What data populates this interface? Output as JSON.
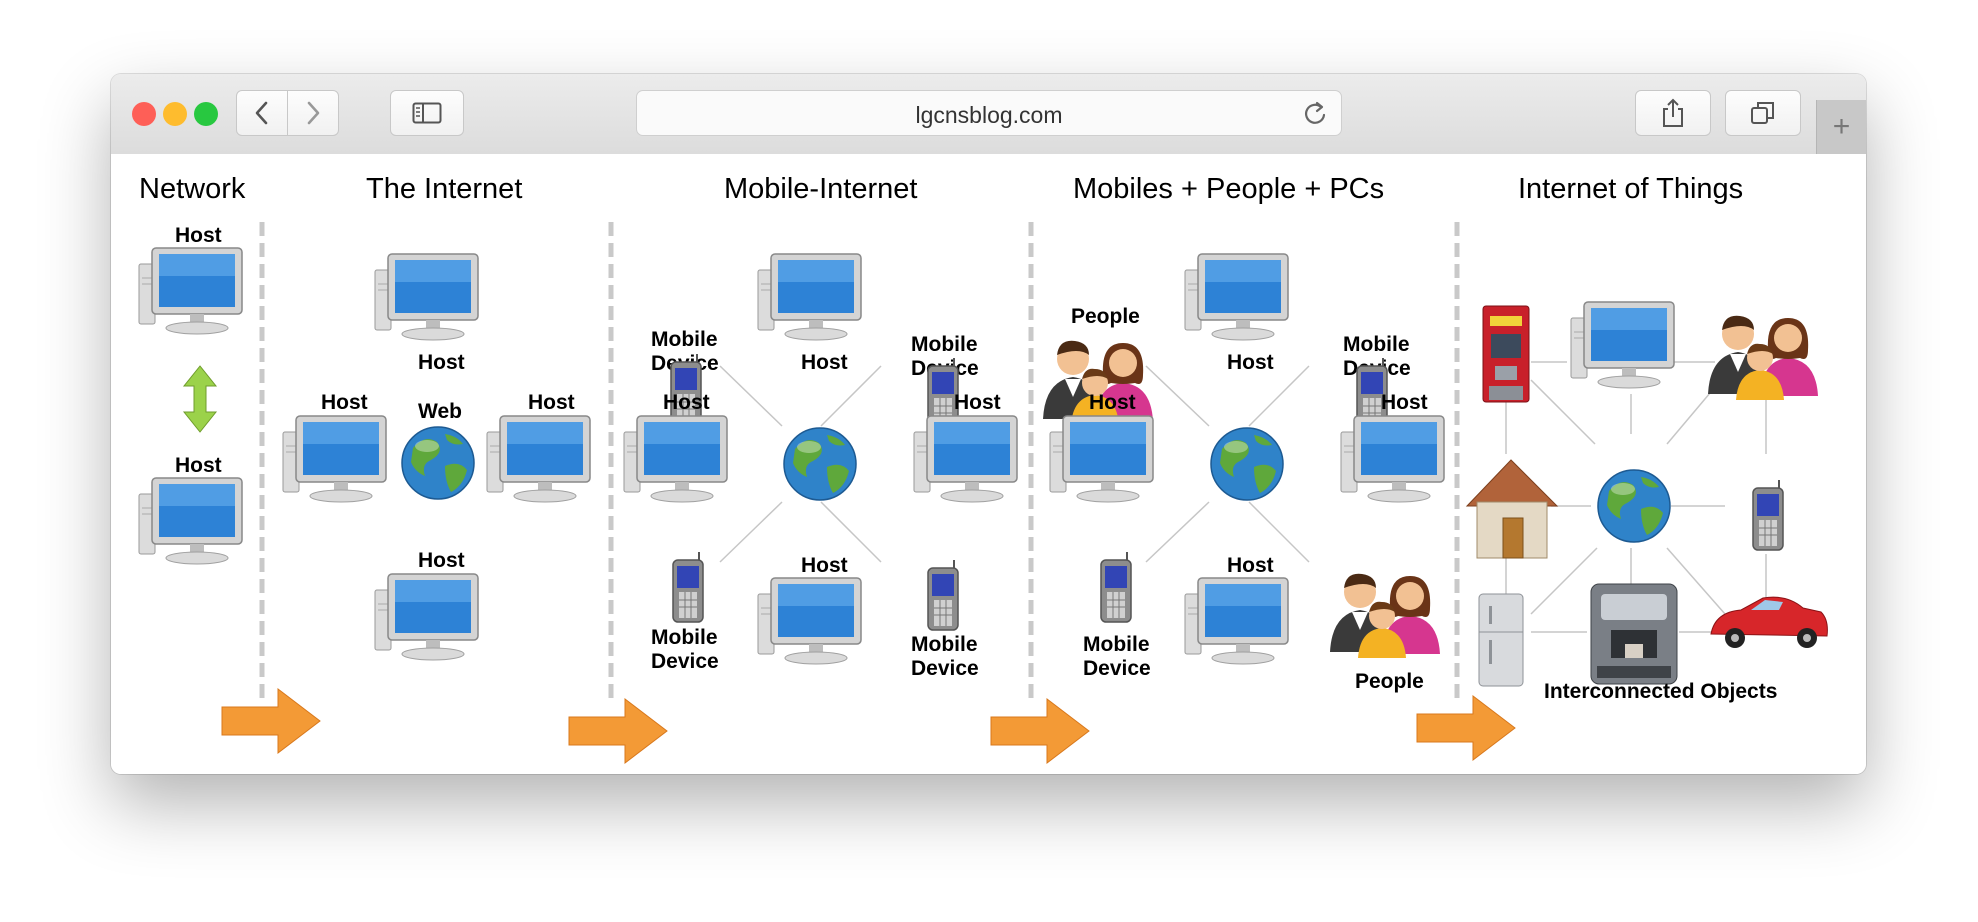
{
  "browser": {
    "url": "lgcnsblog.com",
    "colors": {
      "close": "#fe5f57",
      "minimize": "#febc2e",
      "zoom": "#28c840"
    },
    "icons": [
      "back-icon",
      "forward-icon",
      "sidebar-icon",
      "reload-icon",
      "share-icon",
      "tabs-icon",
      "plus-icon"
    ],
    "new_tab_glyph": "+"
  },
  "diagram": {
    "stages": [
      {
        "title": "Network",
        "labels": [
          "Host",
          "Host"
        ]
      },
      {
        "title": "The Internet",
        "labels": [
          "Host",
          "Host",
          "Web",
          "Host",
          "Host"
        ]
      },
      {
        "title": "Mobile-Internet",
        "labels": [
          "Mobile Device",
          "Host",
          "Mobile Device",
          "Host",
          "Host",
          "Mobile Device",
          "Host",
          "Mobile Device"
        ]
      },
      {
        "title": "Mobiles + People + PCs",
        "labels": [
          "People",
          "Host",
          "Mobile Device",
          "Host",
          "Host",
          "Mobile Device",
          "Host",
          "People"
        ]
      },
      {
        "title": "Internet of Things",
        "labels": [
          "Interconnected Objects"
        ]
      }
    ],
    "colors": {
      "arrow": "#f39a36",
      "divider": "#c9c9c9",
      "connector": "#9bd24a"
    }
  }
}
